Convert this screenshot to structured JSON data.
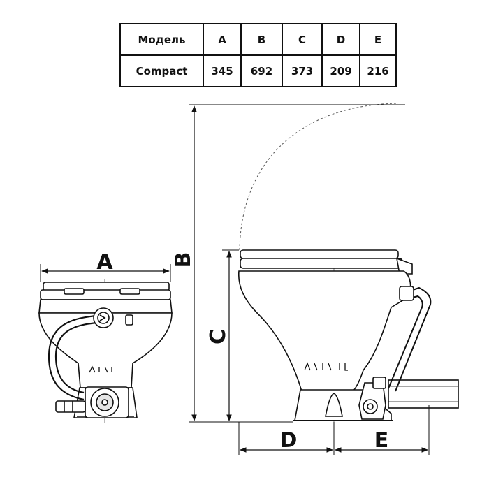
{
  "table": {
    "header": [
      "Модель",
      "A",
      "B",
      "C",
      "D",
      "E"
    ],
    "rows": [
      [
        "Compact",
        "345",
        "692",
        "373",
        "209",
        "216"
      ]
    ]
  },
  "dimension_labels": {
    "a": "A",
    "b": "B",
    "c": "C",
    "d": "D",
    "e": "E"
  },
  "colors": {
    "line": "#111111",
    "fill": "#ffffff",
    "shade": "#e6e6e6"
  }
}
